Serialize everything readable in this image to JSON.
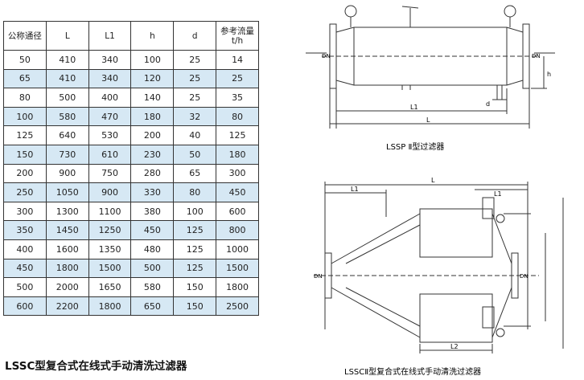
{
  "table": {
    "headers": [
      "公称通径",
      "L",
      "L1",
      "h",
      "d",
      "参考流量\nt/h"
    ],
    "rows": [
      [
        "50",
        "410",
        "340",
        "100",
        "25",
        "14"
      ],
      [
        "65",
        "410",
        "340",
        "120",
        "25",
        "25"
      ],
      [
        "80",
        "500",
        "400",
        "140",
        "25",
        "35"
      ],
      [
        "100",
        "580",
        "470",
        "180",
        "32",
        "80"
      ],
      [
        "125",
        "640",
        "530",
        "200",
        "40",
        "125"
      ],
      [
        "150",
        "730",
        "610",
        "230",
        "50",
        "180"
      ],
      [
        "200",
        "900",
        "750",
        "280",
        "65",
        "300"
      ],
      [
        "250",
        "1050",
        "900",
        "330",
        "80",
        "450"
      ],
      [
        "300",
        "1300",
        "1100",
        "380",
        "100",
        "600"
      ],
      [
        "350",
        "1450",
        "1250",
        "450",
        "125",
        "800"
      ],
      [
        "400",
        "1600",
        "1350",
        "480",
        "125",
        "1000"
      ],
      [
        "450",
        "1800",
        "1500",
        "500",
        "125",
        "1500"
      ],
      [
        "500",
        "2000",
        "1650",
        "580",
        "150",
        "1800"
      ],
      [
        "600",
        "2200",
        "1800",
        "650",
        "150",
        "2500"
      ]
    ]
  },
  "caption_main": "LSSC型复合式在线式手动清洗过滤器",
  "drawing1": {
    "caption": "LSSP Ⅱ型过滤器",
    "labels": {
      "dn_left": "DN",
      "dn_right": "DN",
      "h": "h",
      "d": "d",
      "l1": "L1",
      "l": "L"
    }
  },
  "drawing2": {
    "caption": "LSSCⅡ型复合式在线式手动清洗过滤器",
    "labels": {
      "l": "L",
      "l1_top": "L1",
      "l1_right": "L1",
      "dn_left": "DN",
      "dn_right": "DN",
      "l2": "L2"
    }
  },
  "colors": {
    "alt_row": "#d6e8f4",
    "line": "#333333"
  }
}
